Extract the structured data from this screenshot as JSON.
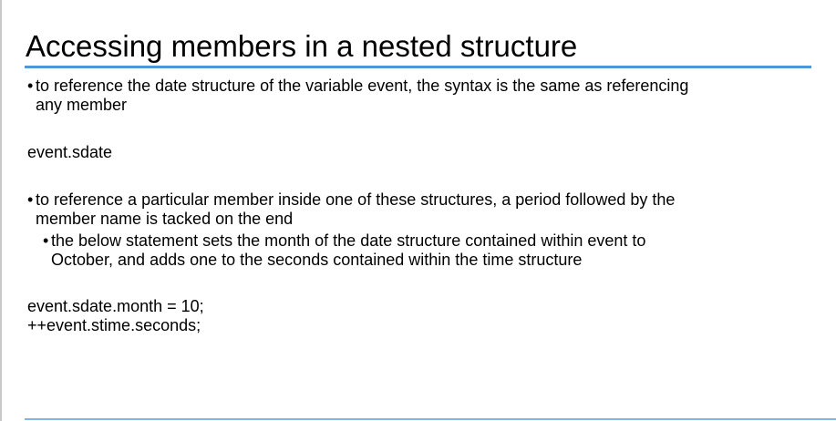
{
  "slide": {
    "title": "Accessing members in a nested structure",
    "bullet_symbol": "•",
    "bullet1": {
      "line1": "to reference the date structure of the variable event, the syntax is the same as referencing",
      "line2": "any member"
    },
    "code1": "event.sdate",
    "bullet2": {
      "line1": "to reference a particular member inside one of these structures, a period followed by the",
      "line2": "member name is tacked on the end"
    },
    "subbullet": {
      "line1": "the below statement sets the month of the date structure contained within event to",
      "line2": "October, and adds one to the seconds contained within the time structure"
    },
    "code2": {
      "line1": "event.sdate.month = 10;",
      "line2": "++event.stime.seconds;"
    }
  },
  "colors": {
    "title_rule": "#4f97d6",
    "bottom_rule": "#7fb6e6",
    "text": "#000000",
    "background": "#ffffff"
  }
}
